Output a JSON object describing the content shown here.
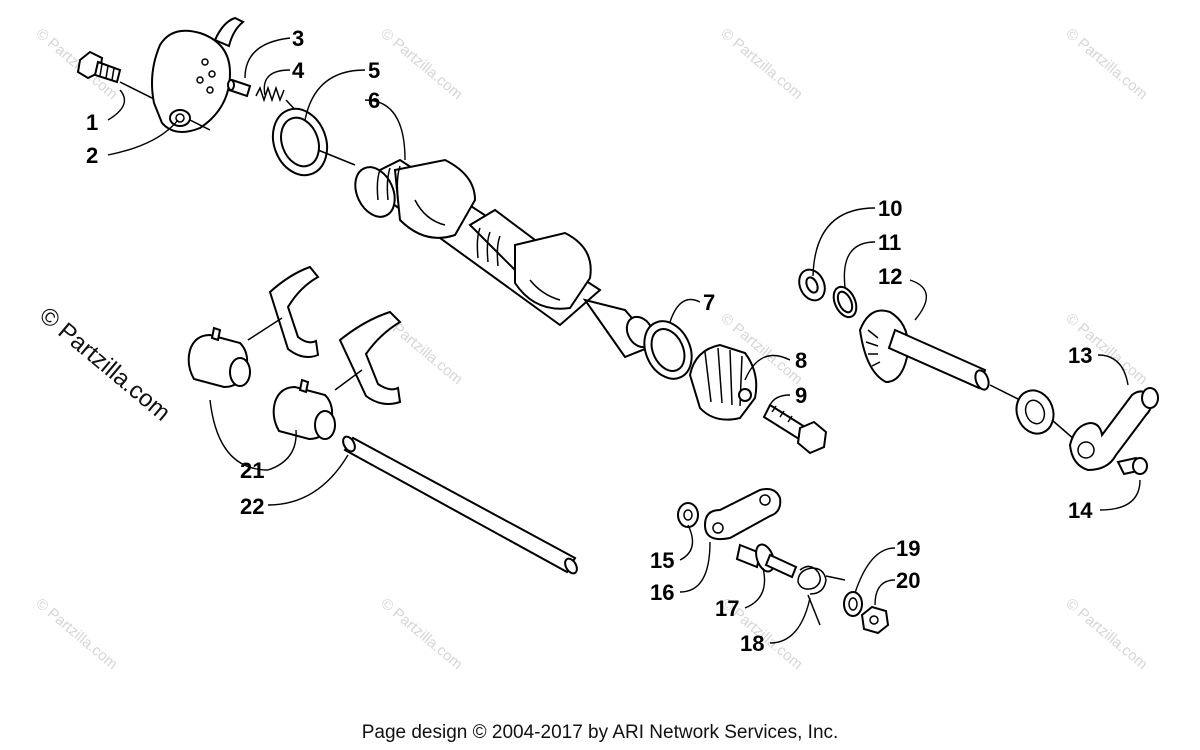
{
  "watermark": {
    "text": "© Partzilla.com",
    "side_text": "© Partzilla.com"
  },
  "callouts": {
    "c1": "1",
    "c2": "2",
    "c3": "3",
    "c4": "4",
    "c5": "5",
    "c6": "6",
    "c7": "7",
    "c8": "8",
    "c9": "9",
    "c10": "10",
    "c11": "11",
    "c12": "12",
    "c13": "13",
    "c14": "14",
    "c15": "15",
    "c16": "16",
    "c17": "17",
    "c18": "18",
    "c19": "19",
    "c20": "20",
    "c21": "21",
    "c22": "22"
  },
  "footer": {
    "text": "Page design © 2004-2017 by ARI Network Services, Inc."
  }
}
